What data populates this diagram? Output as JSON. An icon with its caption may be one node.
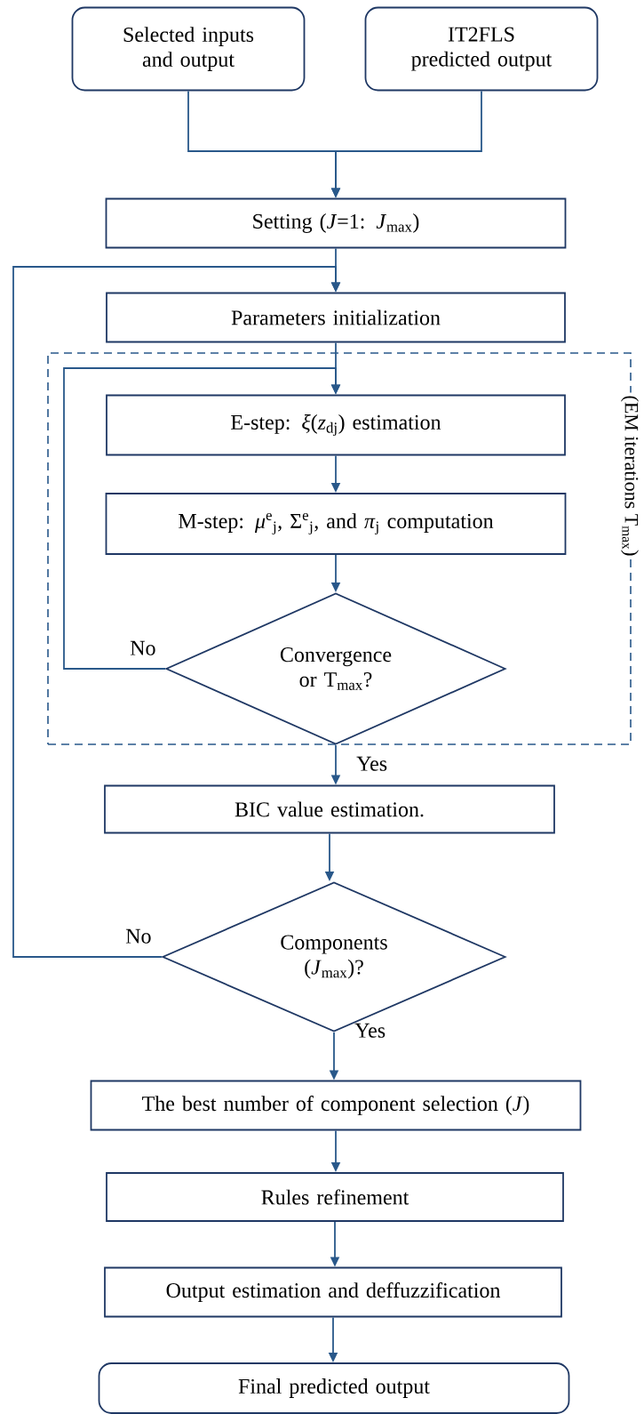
{
  "diagram": {
    "nodes": [
      {
        "text": [
          "Selected inputs and output"
        ]
      },
      {
        "text": [
          "IT2FLS predicted output"
        ]
      },
      {
        "text": [
          "Setting (*J*=1: *J*$_{max}$)"
        ]
      },
      {
        "text": [
          "Parameters initialization"
        ]
      },
      {
        "text": [
          "(EM iterations T$_{max}$)"
        ]
      },
      {
        "text": [
          "E-step: *ξ*(*z*$_{dj}$) estimation"
        ],
        "in": 4
      },
      {
        "text": [
          "M-step: *μ*$^{e}$$_{j}$, Σ$^{e}$$_{j}$, and *π*$_{j}$ computation"
        ],
        "in": 4
      },
      {
        "text": [
          "Convergence or T$_{max}$?"
        ],
        "in": 4
      },
      {
        "text": [
          "BIC value estimation."
        ]
      },
      {
        "text": [
          "Components (*J*$_{max}$)?"
        ]
      },
      {
        "text": [
          "The best number of component selection (*J*)"
        ]
      },
      {
        "text": [
          "Rules refinement"
        ]
      },
      {
        "text": [
          "Output estimation and deffuzzification"
        ]
      },
      {
        "text": [
          "Final predicted output"
        ]
      }
    ],
    "edges": [
      {
        "from": 0,
        "to": 2,
        "arrow": "to"
      },
      {
        "from": 1,
        "to": 2,
        "arrow": "to"
      },
      {
        "from": 2,
        "to": 3,
        "arrow": "to"
      },
      {
        "from": 3,
        "to": 5,
        "arrow": "to"
      },
      {
        "from": 5,
        "to": 6,
        "arrow": "to"
      },
      {
        "from": 6,
        "to": 7,
        "arrow": "to"
      },
      {
        "from": 7,
        "to": 5,
        "arrow": "to",
        "label": "No"
      },
      {
        "from": 7,
        "to": 8,
        "arrow": "to",
        "label": "Yes"
      },
      {
        "from": 8,
        "to": 9,
        "arrow": "to"
      },
      {
        "from": 9,
        "to": 3,
        "arrow": "to",
        "label": "No"
      },
      {
        "from": 9,
        "to": 10,
        "arrow": "to",
        "label": "Yes"
      },
      {
        "from": 10,
        "to": 11,
        "arrow": "to"
      },
      {
        "from": 11,
        "to": 12,
        "arrow": "to"
      },
      {
        "from": 12,
        "to": 13,
        "arrow": "to"
      }
    ]
  }
}
